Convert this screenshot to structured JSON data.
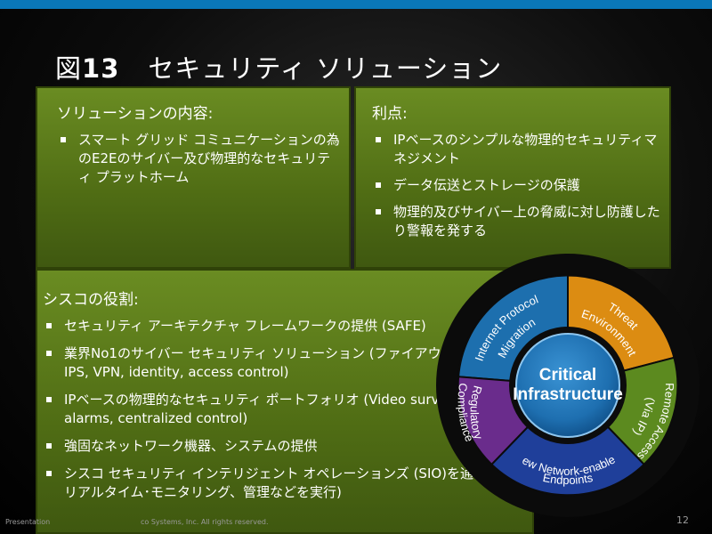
{
  "title": {
    "prefix": "図",
    "number": "13",
    "text": "セキュリティ ソリューション"
  },
  "panel_content": {
    "title": "ソリューションの内容:",
    "items": [
      "スマート グリッド コミュニケーションの為のE2Eのサイバー及び物理的なセキュリティ プラットホーム"
    ]
  },
  "panel_benefits": {
    "title": "利点:",
    "items": [
      "IPベースのシンプルな物理的セキュリティマネジメント",
      "データ伝送とストレージの保護",
      "物理的及びサイバー上の脅威に対し防護したり警報を発する"
    ]
  },
  "panel_role": {
    "title": "シスコの役割:",
    "items": [
      "セキュリティ アーキテクチャ フレームワークの提供 (SAFE)",
      "業界No1のサイバー セキュリティ ソリューション (ファイアウォール, IPS, VPN, identity, access control)",
      "IPベースの物理的なセキュリティ ポートフォリオ (Video surveillance, alarms, centralized control)",
      "強固なネットワーク機器、システムの提供",
      "シスコ セキュリティ インテリジェント オペレーションズ (SIO)を通じてリアルタイム･モニタリング、管理などを実行)"
    ]
  },
  "wheel": {
    "center_line1": "Critical",
    "center_line2": "Infrastructure",
    "segments": [
      {
        "line1": "Internet Protocol",
        "line2": "Migration",
        "color": "#1d6fae"
      },
      {
        "line1": "Threat",
        "line2": "Environment",
        "color": "#dc8c12"
      },
      {
        "line1": "Remote Access",
        "line2": "(Via IP)",
        "color": "#5c8a1f"
      },
      {
        "line1": "New Network-enabled",
        "line2": "Endpoints",
        "color": "#1f3f9a"
      },
      {
        "line1": "Regulatory",
        "line2": "Compliance",
        "color": "#6a2c8c"
      }
    ]
  },
  "footer": {
    "left": "Presentation",
    "right": "co Systems, Inc. All rights reserved.",
    "page": "12"
  },
  "colors": {
    "top_bar": "#0a77b8",
    "panel_green": "#5a7a1c",
    "center_blue": "#1e6fb0"
  }
}
